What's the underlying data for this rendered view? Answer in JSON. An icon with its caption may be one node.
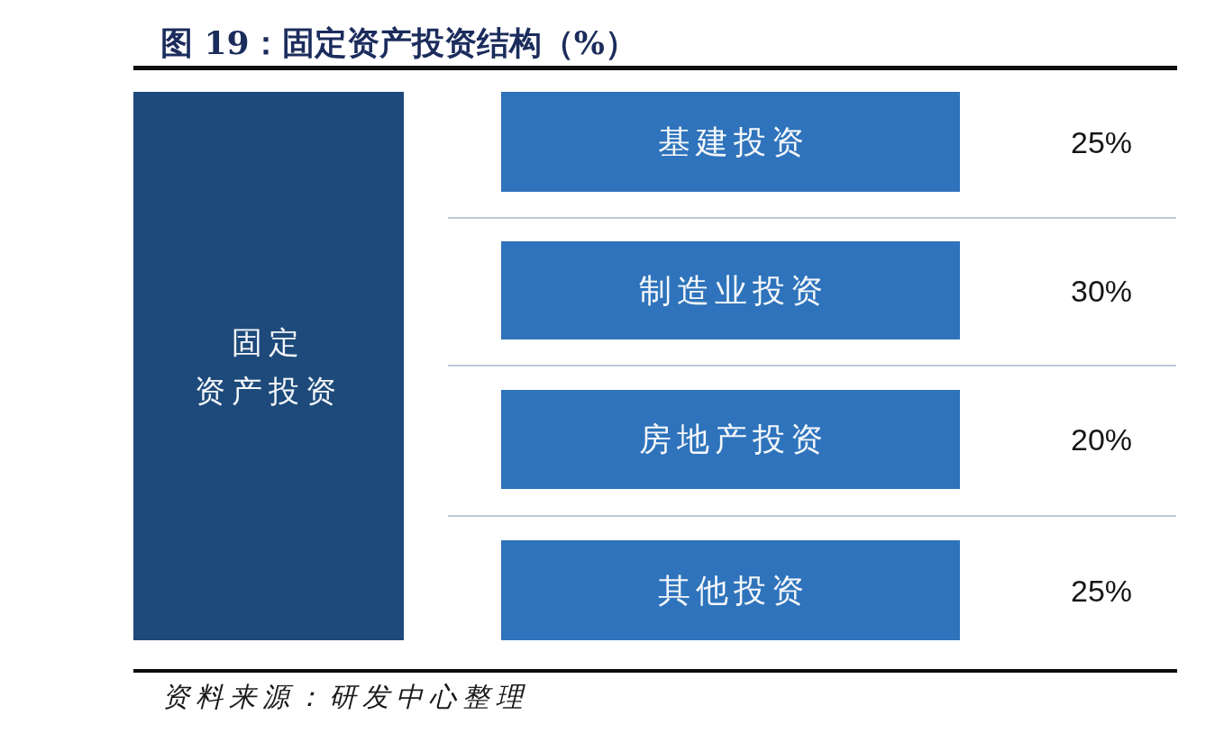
{
  "diagram": {
    "title": "图 19：固定资产投资结构（%）",
    "caption": "资料来源：研发中心整理",
    "nodes": [
      {
        "text": [
          "固定资产投资"
        ]
      },
      {
        "text": [
          "基建投资"
        ],
        "beside": [
          "25%"
        ]
      },
      {
        "text": [
          "制造业投资"
        ],
        "beside": [
          "30%"
        ]
      },
      {
        "text": [
          "房地产投资"
        ],
        "beside": [
          "20%"
        ]
      },
      {
        "text": [
          "其他投资"
        ],
        "beside": [
          "25%"
        ]
      }
    ]
  }
}
